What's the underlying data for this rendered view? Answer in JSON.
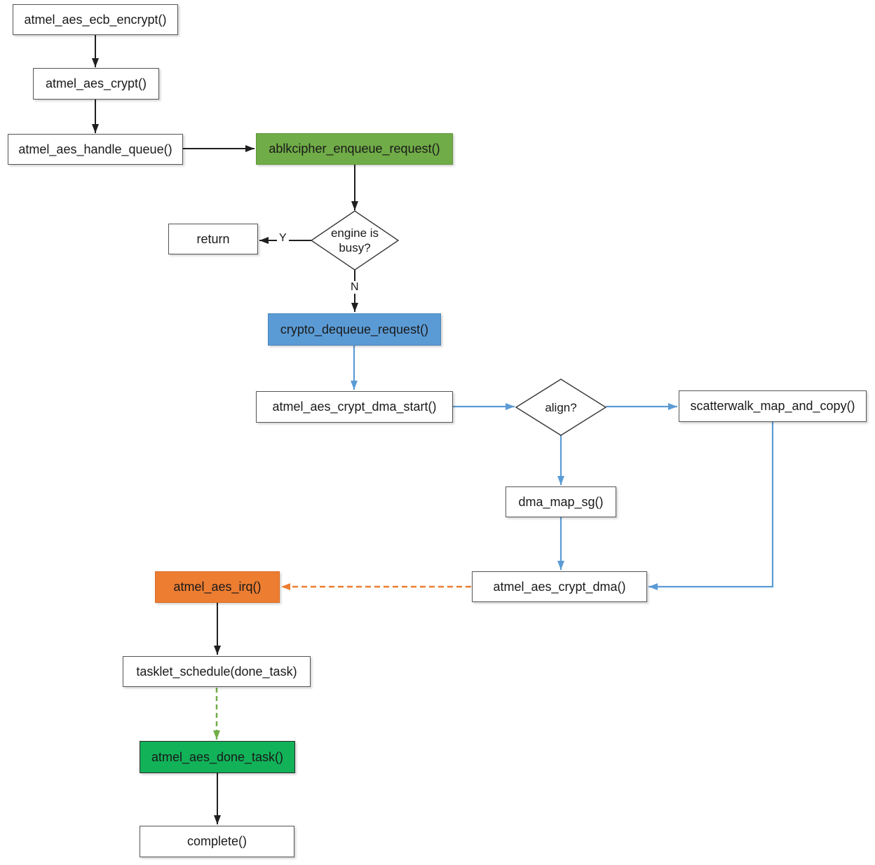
{
  "colors": {
    "black_line": "#1f1f1f",
    "blue_line": "#5B9BD5",
    "orange_line": "#ED7D31",
    "green_line": "#70AD47",
    "olive_green_fill": "#70AC47",
    "blue_fill": "#5B9BD5",
    "orange_fill": "#ED7D31",
    "bright_green_fill": "#12B259",
    "white_fill": "#FFFFFF",
    "box_border": "#555555",
    "text": "#1A1A1A"
  },
  "nodes": {
    "ecb_encrypt": {
      "label": "atmel_aes_ecb_encrypt()",
      "fill": "#FFFFFF"
    },
    "crypt": {
      "label": "atmel_aes_crypt()",
      "fill": "#FFFFFF"
    },
    "handle_queue": {
      "label": "atmel_aes_handle_queue()",
      "fill": "#FFFFFF"
    },
    "ablkcipher_enqueue": {
      "label": "ablkcipher_enqueue_request()",
      "fill": "#70AC47"
    },
    "return": {
      "label": "return",
      "fill": "#FFFFFF"
    },
    "crypto_dequeue": {
      "label": "crypto_dequeue_request()",
      "fill": "#5B9BD5"
    },
    "crypt_dma_start": {
      "label": "atmel_aes_crypt_dma_start()",
      "fill": "#FFFFFF"
    },
    "scatterwalk": {
      "label": "scatterwalk_map_and_copy()",
      "fill": "#FFFFFF"
    },
    "dma_map_sg": {
      "label": "dma_map_sg()",
      "fill": "#FFFFFF"
    },
    "crypt_dma": {
      "label": "atmel_aes_crypt_dma()",
      "fill": "#FFFFFF"
    },
    "irq": {
      "label": "atmel_aes_irq()",
      "fill": "#ED7D31"
    },
    "tasklet_schedule": {
      "label": "tasklet_schedule(done_task)",
      "fill": "#FFFFFF"
    },
    "done_task": {
      "label": "atmel_aes_done_task()",
      "fill": "#12B259"
    },
    "complete": {
      "label": "complete()",
      "fill": "#FFFFFF"
    }
  },
  "decisions": {
    "engine_busy": {
      "line1": "engine is",
      "line2": "busy?"
    },
    "align": {
      "label": "align?"
    }
  },
  "edge_labels": {
    "yes": "Y",
    "no": "N"
  }
}
